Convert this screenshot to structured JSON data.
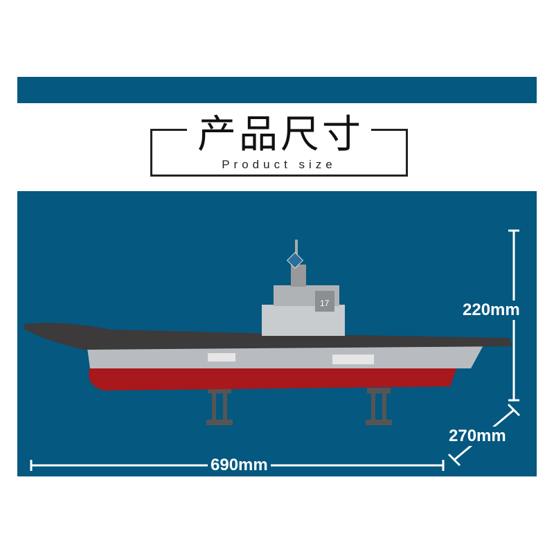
{
  "header": {
    "title_cn": "产品尺寸",
    "title_en": "Product size"
  },
  "dimensions": {
    "height": "220mm",
    "width": "270mm",
    "length": "690mm"
  },
  "colors": {
    "band": "#05587f",
    "hull_red": "#a8181c",
    "hull_gray": "#b8bcc0",
    "deck": "#3c3a3a"
  },
  "ship": {
    "hull_number": "17"
  }
}
